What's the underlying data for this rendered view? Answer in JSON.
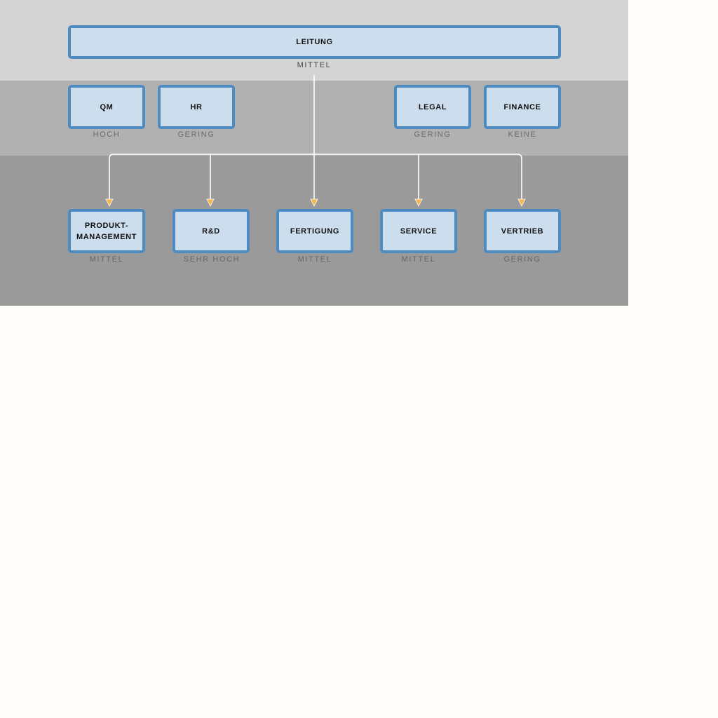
{
  "root": {
    "label": "LEITUNG",
    "level": "MITTEL"
  },
  "staff": [
    {
      "id": "qm",
      "label": "QM",
      "level": "HOCH"
    },
    {
      "id": "hr",
      "label": "HR",
      "level": "GERING"
    },
    {
      "id": "legal",
      "label": "LEGAL",
      "level": "GERING"
    },
    {
      "id": "finance",
      "label": "FINANCE",
      "level": "KEINE"
    }
  ],
  "departments": [
    {
      "id": "produktmanagement",
      "label": "PRODUKT-\nMANAGEMENT",
      "level": "MITTEL"
    },
    {
      "id": "rnd",
      "label": "R&D",
      "level": "SEHR HOCH"
    },
    {
      "id": "fertigung",
      "label": "FERTIGUNG",
      "level": "MITTEL"
    },
    {
      "id": "service",
      "label": "SERVICE",
      "level": "MITTEL"
    },
    {
      "id": "vertrieb",
      "label": "VERTRIEB",
      "level": "GERING"
    }
  ],
  "colors": {
    "node_fill": "#CCDDEE",
    "node_border": "#4E8BC0",
    "connector": "#FFFFFF",
    "arrowhead": "#F2B84B",
    "band_top": "#D4D4D4",
    "band_mid": "#B1B1B1",
    "band_bottom": "#9A9A9A"
  }
}
